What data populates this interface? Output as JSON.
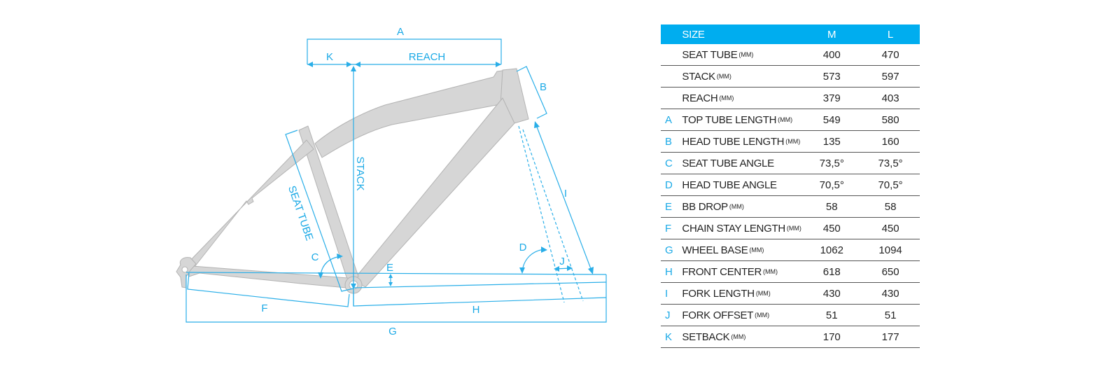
{
  "diagram": {
    "labels": {
      "a": "A",
      "k": "K",
      "reach": "REACH",
      "b": "B",
      "stack": "STACK",
      "seat_tube": "SEAT TUBE",
      "c": "C",
      "d": "D",
      "e": "E",
      "i": "I",
      "j": "J",
      "f": "F",
      "h": "H",
      "g": "G"
    },
    "colors": {
      "dimension_line": "#29aee8",
      "frame_fill": "#d6d6d6",
      "frame_outline": "#b3b3b3"
    }
  },
  "table": {
    "header": {
      "size_label": "SIZE",
      "sizes": [
        "M",
        "L"
      ]
    },
    "header_color": "#00adef",
    "letter_color": "#1aa9e6",
    "rows": [
      {
        "letter": "",
        "label": "SEAT TUBE",
        "unit": "(MM)",
        "M": "400",
        "L": "470"
      },
      {
        "letter": "",
        "label": "STACK",
        "unit": "(MM)",
        "M": "573",
        "L": "597"
      },
      {
        "letter": "",
        "label": "REACH",
        "unit": "(MM)",
        "M": "379",
        "L": "403"
      },
      {
        "letter": "A",
        "label": "TOP TUBE LENGTH",
        "unit": "(MM)",
        "M": "549",
        "L": "580"
      },
      {
        "letter": "B",
        "label": "HEAD TUBE LENGTH",
        "unit": "(MM)",
        "M": "135",
        "L": "160"
      },
      {
        "letter": "C",
        "label": "SEAT TUBE ANGLE",
        "unit": "",
        "M": "73,5°",
        "L": "73,5°"
      },
      {
        "letter": "D",
        "label": "HEAD TUBE ANGLE",
        "unit": "",
        "M": "70,5°",
        "L": "70,5°"
      },
      {
        "letter": "E",
        "label": "BB DROP",
        "unit": "(MM)",
        "M": "58",
        "L": "58"
      },
      {
        "letter": "F",
        "label": "CHAIN STAY LENGTH",
        "unit": "(MM)",
        "M": "450",
        "L": "450"
      },
      {
        "letter": "G",
        "label": "WHEEL BASE",
        "unit": "(MM)",
        "M": "1062",
        "L": "1094"
      },
      {
        "letter": "H",
        "label": "FRONT CENTER",
        "unit": "(MM)",
        "M": "618",
        "L": "650"
      },
      {
        "letter": "I",
        "label": "FORK LENGTH",
        "unit": "(MM)",
        "M": "430",
        "L": "430"
      },
      {
        "letter": "J",
        "label": "FORK OFFSET",
        "unit": "(MM)",
        "M": "51",
        "L": "51"
      },
      {
        "letter": "K",
        "label": "SETBACK",
        "unit": "(MM)",
        "M": "170",
        "L": "177"
      }
    ]
  }
}
